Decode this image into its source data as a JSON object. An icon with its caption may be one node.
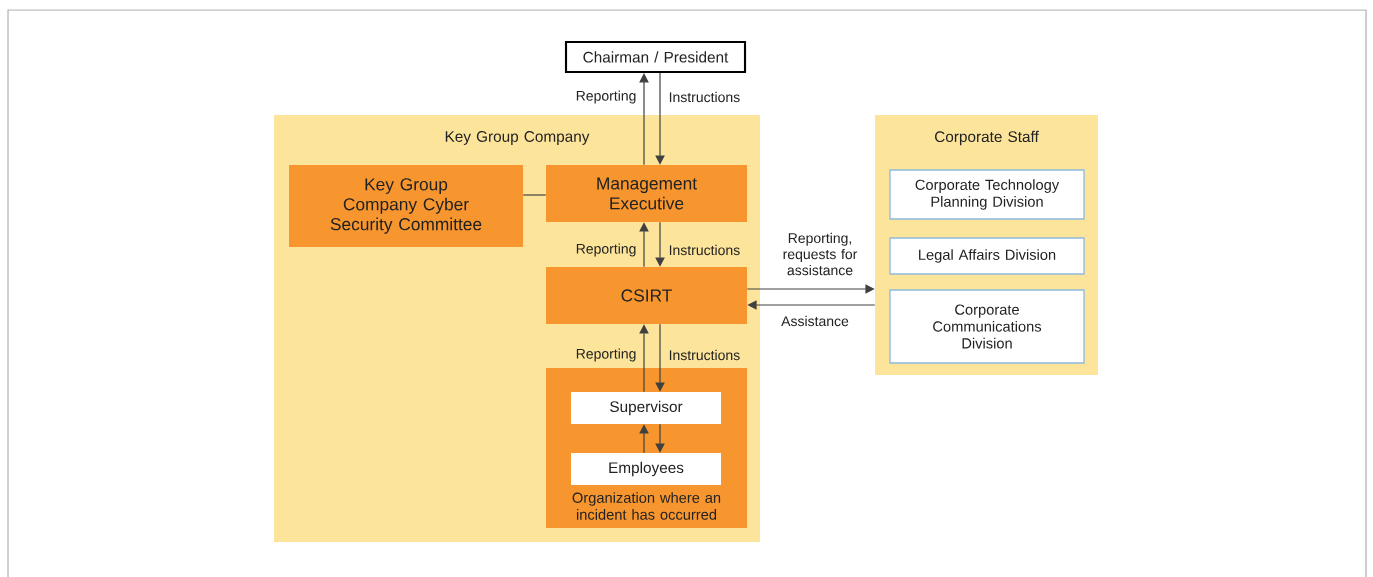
{
  "diagram": {
    "nodes": [
      {
        "text": [
          "Chairman / President"
        ]
      },
      {
        "text": [
          "Key Group Company"
        ]
      },
      {
        "text": [
          "Key Group Company Cyber Security Committee"
        ],
        "in": 1
      },
      {
        "text": [
          "Management Executive"
        ],
        "in": 1
      },
      {
        "text": [
          "CSIRT"
        ],
        "in": 1
      },
      {
        "text": [
          "Organization where an incident has occurred"
        ],
        "in": 1
      },
      {
        "text": [
          "Supervisor"
        ],
        "in": 5
      },
      {
        "text": [
          "Employees"
        ],
        "in": 5
      },
      {
        "text": [
          "Corporate Staff"
        ]
      },
      {
        "text": [
          "Corporate Technology Planning Division"
        ],
        "in": 8
      },
      {
        "text": [
          "Legal Affairs Division"
        ],
        "in": 8
      },
      {
        "text": [
          "Corporate Communications Division"
        ],
        "in": 8
      }
    ],
    "edges": [
      {
        "from": 3,
        "to": 0,
        "arrow": "to",
        "label": "Reporting"
      },
      {
        "from": 0,
        "to": 3,
        "arrow": "to",
        "label": "Instructions"
      },
      {
        "from": 2,
        "to": 3,
        "arrow": "none"
      },
      {
        "from": 4,
        "to": 3,
        "arrow": "to",
        "label": "Reporting"
      },
      {
        "from": 3,
        "to": 4,
        "arrow": "to",
        "label": "Instructions"
      },
      {
        "from": 6,
        "to": 4,
        "arrow": "to",
        "label": "Reporting"
      },
      {
        "from": 4,
        "to": 6,
        "arrow": "to",
        "label": "Instructions"
      },
      {
        "from": 7,
        "to": 6,
        "arrow": "to"
      },
      {
        "from": 6,
        "to": 7,
        "arrow": "to"
      },
      {
        "from": 4,
        "to": 8,
        "arrow": "to",
        "label": "Reporting, requests for assistance"
      },
      {
        "from": 8,
        "to": 4,
        "arrow": "to",
        "label": "Assistance"
      }
    ]
  }
}
